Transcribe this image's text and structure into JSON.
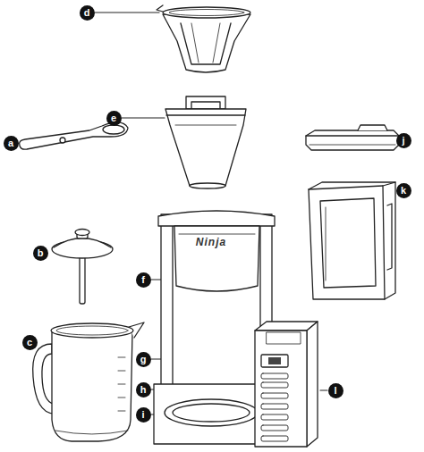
{
  "diagram": {
    "nodes": [
      {
        "text": [
          "d"
        ]
      },
      {
        "text": [
          "e"
        ]
      },
      {
        "text": [
          "j"
        ]
      },
      {
        "text": [
          "a"
        ]
      },
      {
        "text": [
          "k"
        ]
      },
      {
        "text": [
          "b"
        ]
      },
      {
        "text": [
          "f"
        ]
      },
      {
        "text": [
          "c"
        ]
      },
      {
        "text": [
          "g"
        ]
      },
      {
        "text": [
          "h"
        ]
      },
      {
        "text": [
          "l"
        ]
      },
      {
        "text": [
          "i"
        ]
      }
    ],
    "labels": [
      "Ninja"
    ]
  }
}
